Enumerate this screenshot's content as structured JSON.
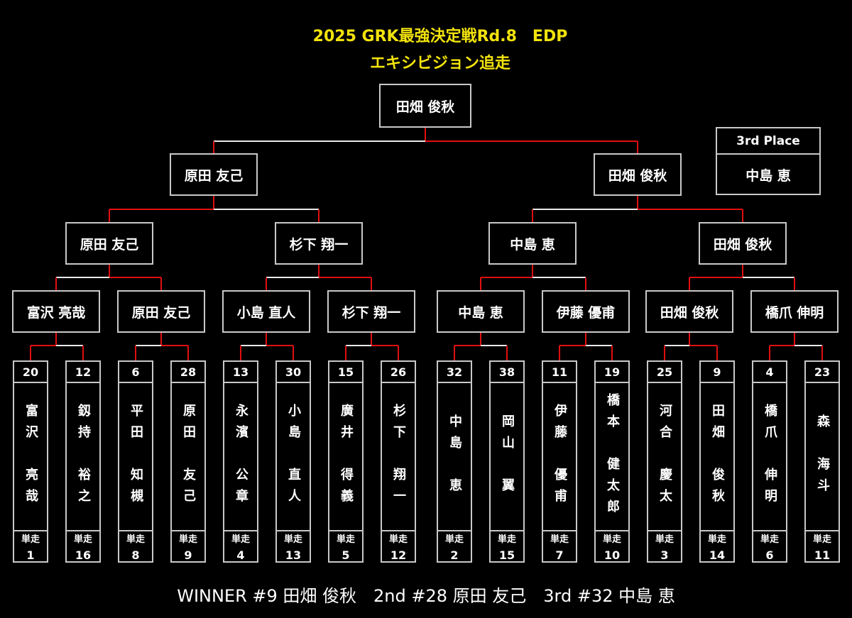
{
  "title": {
    "line1": "2025 GRK最強決定戦Rd.8　EDP",
    "line2": "エキシビジョン追走"
  },
  "champion": "田畑 俊秋",
  "semifinal": [
    "原田 友己",
    "田畑 俊秋"
  ],
  "quarterfinal": [
    "原田 友己",
    "杉下 翔一",
    "中島 恵",
    "田畑 俊秋"
  ],
  "round16": [
    "富沢 亮哉",
    "原田 友己",
    "小島 直人",
    "杉下 翔一",
    "中島 恵",
    "伊藤 優甫",
    "田畑 俊秋",
    "橋爪 伸明"
  ],
  "third_place": {
    "label": "3rd Place",
    "name": "中島 恵"
  },
  "heat_label": "単走",
  "players": [
    {
      "number": "20",
      "name": "富沢　亮哉",
      "heat": "1"
    },
    {
      "number": "12",
      "name": "釼持　裕之",
      "heat": "16"
    },
    {
      "number": "6",
      "name": "平田　知槻",
      "heat": "8"
    },
    {
      "number": "28",
      "name": "原田　友己",
      "heat": "9"
    },
    {
      "number": "13",
      "name": "永濱　公章",
      "heat": "4"
    },
    {
      "number": "30",
      "name": "小島　直人",
      "heat": "13"
    },
    {
      "number": "15",
      "name": "廣井　得義",
      "heat": "5"
    },
    {
      "number": "26",
      "name": "杉下　翔一",
      "heat": "12"
    },
    {
      "number": "32",
      "name": "中島　恵",
      "heat": "2"
    },
    {
      "number": "38",
      "name": "岡山　翼",
      "heat": "15"
    },
    {
      "number": "11",
      "name": "伊藤　優甫",
      "heat": "7"
    },
    {
      "number": "19",
      "name": "橋本　健太郎",
      "heat": "10"
    },
    {
      "number": "25",
      "name": "河合　慶太",
      "heat": "3"
    },
    {
      "number": "9",
      "name": "田畑　俊秋",
      "heat": "14"
    },
    {
      "number": "4",
      "name": "橋爪　伸明",
      "heat": "6"
    },
    {
      "number": "23",
      "name": "森　海斗",
      "heat": "11"
    }
  ],
  "winners": {
    "final": "right",
    "semifinal": [
      "left",
      "right"
    ],
    "quarterfinal": [
      "right",
      "right",
      "left",
      "left"
    ],
    "round16": [
      "left",
      "right",
      "right",
      "right",
      "left",
      "left",
      "right",
      "left"
    ]
  },
  "footer": "WINNER #9 田畑 俊秋　2nd #28 原田 友己　3rd #32 中島 恵",
  "colors": {
    "title": "#f2e30c",
    "winner_line": "#e01010",
    "line": "#e8e8e8",
    "background": "#000000"
  }
}
